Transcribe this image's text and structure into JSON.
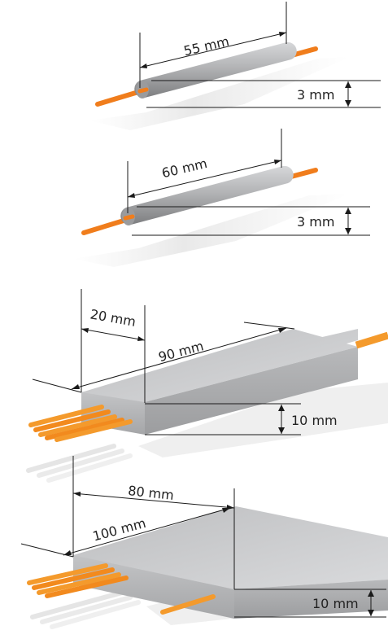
{
  "colors": {
    "fiber": "#f07d1c",
    "fiber_dark": "#d9630c",
    "body_gray": "#a9aaac",
    "body_light": "#cfd0d2",
    "shadow": "#d8d8d8",
    "line": "#1a1a1a"
  },
  "packages": [
    {
      "shape": "cylinder",
      "length_label": "55 mm",
      "diameter_label": "3 mm"
    },
    {
      "shape": "cylinder",
      "length_label": "60 mm",
      "diameter_label": "3 mm"
    },
    {
      "shape": "box",
      "width_label": "20 mm",
      "length_label": "90 mm",
      "height_label": "10 mm"
    },
    {
      "shape": "box",
      "width_label": "80 mm",
      "length_label": "100 mm",
      "height_label": "10 mm"
    }
  ]
}
